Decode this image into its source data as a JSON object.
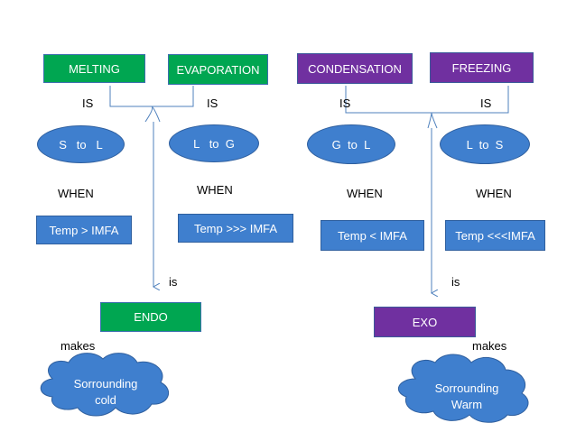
{
  "phase_changes": {
    "melting": "MELTING",
    "evaporation": "EVAPORATION",
    "condensation": "CONDENSATION",
    "freezing": "FREEZING"
  },
  "is_label": "IS",
  "states": {
    "s_to_l": "S   to   L",
    "l_to_g": "L   to  G",
    "g_to_l": "G  to  L",
    "l_to_s": "L  to  S"
  },
  "when_label": "WHEN",
  "conditions": {
    "melting": "Temp  >  IMFA",
    "evaporation": "Temp >>> IMFA",
    "condensation": "Temp < IMFA",
    "freezing": "Temp <<<IMFA"
  },
  "lower_is_label": "is",
  "results": {
    "endo": "ENDO",
    "exo": "EXO"
  },
  "makes_label": "makes",
  "outcomes": {
    "cold_line1": "Sorrounding",
    "cold_line2": "cold",
    "warm_line1": "Sorrounding",
    "warm_line2": "Warm"
  },
  "colors": {
    "green": "#00a651",
    "purple": "#7030a0",
    "blue": "#3f7fce",
    "connector": "#4f81bd"
  }
}
